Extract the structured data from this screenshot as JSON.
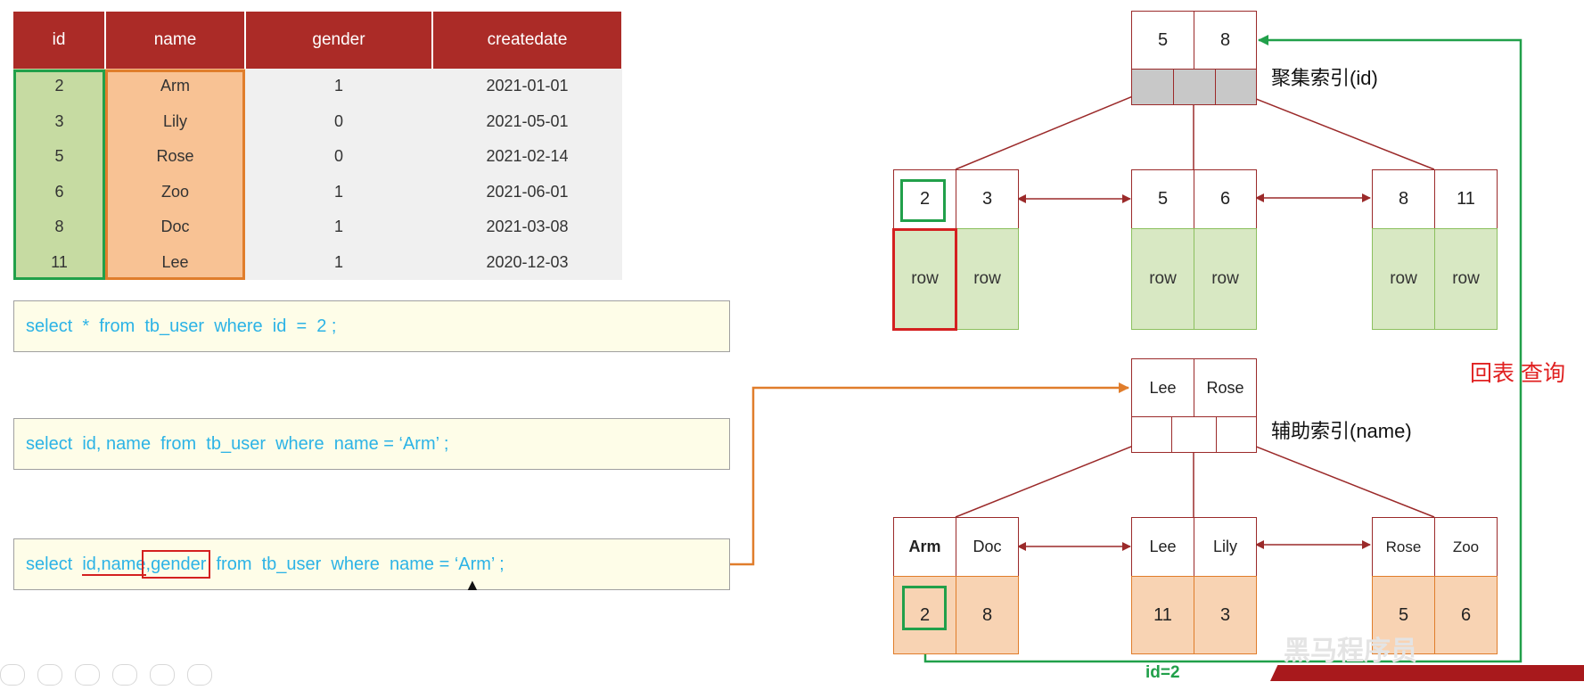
{
  "table": {
    "headers": [
      "id",
      "name",
      "gender",
      "createdate"
    ],
    "rows": [
      [
        "2",
        "Arm",
        "1",
        "2021-01-01"
      ],
      [
        "3",
        "Lily",
        "0",
        "2021-05-01"
      ],
      [
        "5",
        "Rose",
        "0",
        "2021-02-14"
      ],
      [
        "6",
        "Zoo",
        "1",
        "2021-06-01"
      ],
      [
        "8",
        "Doc",
        "1",
        "2021-03-08"
      ],
      [
        "11",
        "Lee",
        "1",
        "2020-12-03"
      ]
    ]
  },
  "queries": {
    "q1": "select  *  from  tb_user  where  id  =  2 ;",
    "q2": "select  id, name  from  tb_user  where  name = ‘Arm’ ;",
    "q3_select": "select  ",
    "q3_cols": "id,name",
    "q3_extra": ",gender",
    "q3_rest": "  from  tb_user  where  name = ‘Arm’ ;"
  },
  "clustered_index": {
    "label": "聚集索引(id)",
    "root_keys": [
      "5",
      "8"
    ],
    "leaves": [
      {
        "keys": [
          "2",
          "3"
        ],
        "rows": [
          "row",
          "row"
        ]
      },
      {
        "keys": [
          "5",
          "6"
        ],
        "rows": [
          "row",
          "row"
        ]
      },
      {
        "keys": [
          "8",
          "11"
        ],
        "rows": [
          "row",
          "row"
        ]
      }
    ]
  },
  "secondary_index": {
    "label": "辅助索引(name)",
    "root_keys": [
      "Lee",
      "Rose"
    ],
    "leaves": [
      {
        "keys": [
          "Arm",
          "Doc"
        ],
        "ids": [
          "2",
          "8"
        ]
      },
      {
        "keys": [
          "Lee",
          "Lily"
        ],
        "ids": [
          "11",
          "3"
        ]
      },
      {
        "keys": [
          "Rose",
          "Zoo"
        ],
        "ids": [
          "5",
          "6"
        ]
      }
    ]
  },
  "back_to_table_label": "回表 查询",
  "id_eq_label": "id=2",
  "watermark": "黑马程序员",
  "colors": {
    "header_red": "#ab2b27",
    "id_col_green": "#c6dba2",
    "name_col_orange": "#f8c294",
    "sql_blue": "#2cb3e6",
    "tree_border": "#9b2a2a",
    "green_arrow": "#21a04a",
    "orange_arrow": "#e07d2b"
  }
}
